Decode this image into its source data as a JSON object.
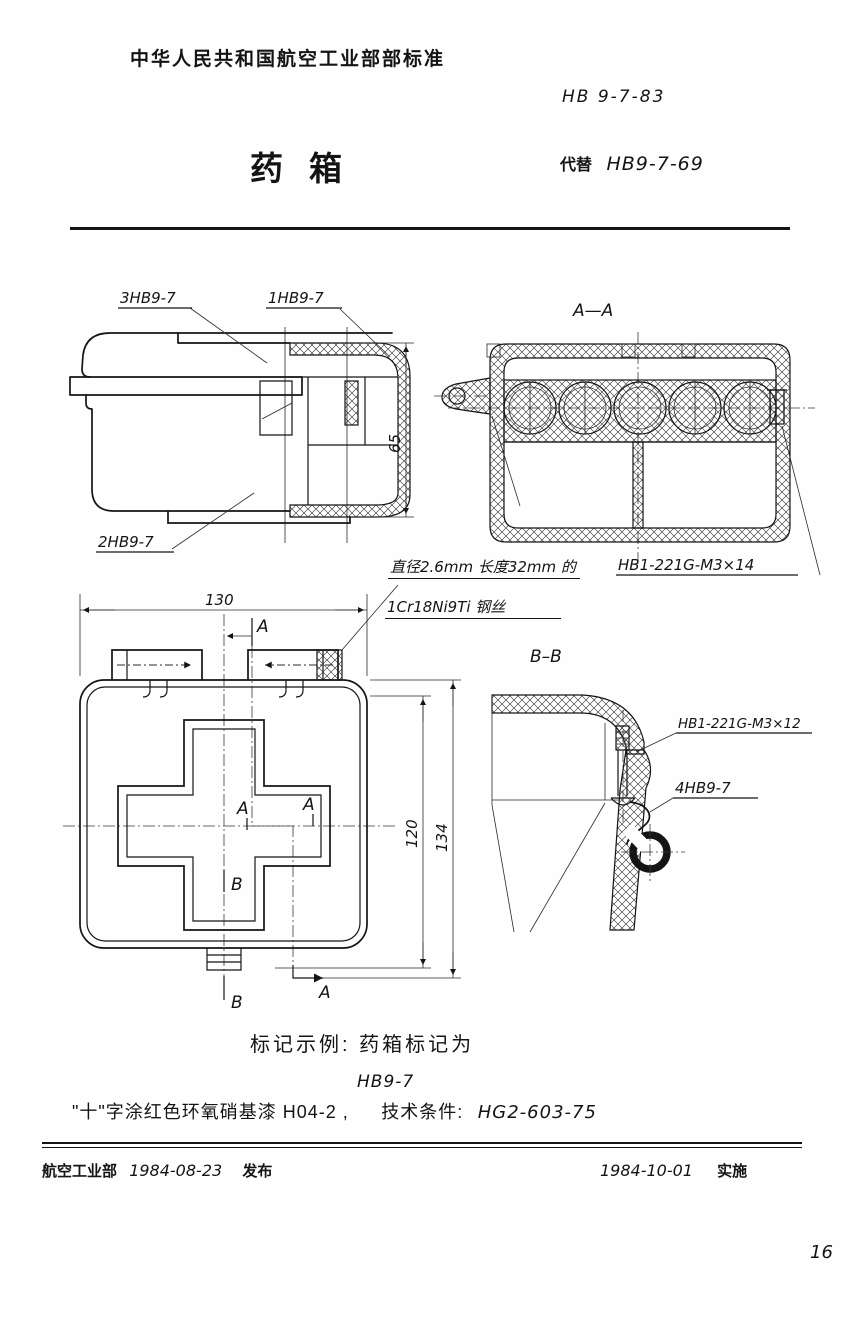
{
  "header": {
    "org": "中华人民共和国航空工业部部标准",
    "standard_no": "HB 9-7-83",
    "title": "药箱",
    "replaces_label": "代替",
    "replaces_no": "HB9-7-69"
  },
  "side_view": {
    "part3": "3HB9-7",
    "part1": "1HB9-7",
    "part2": "2HB9-7",
    "dim_height": "65"
  },
  "section_aa": {
    "title": "A—A",
    "screw": "HB1-221G-M3×14"
  },
  "wire_note": {
    "line1": "直径2.6mm 长度32mm 的",
    "line2": "1Cr18Ni9Ti 钢丝"
  },
  "front_view": {
    "dim_width": "130",
    "dim_inner": "120",
    "dim_outer": "134",
    "mark_a": "A",
    "mark_b": "B"
  },
  "section_bb": {
    "title": "B–B",
    "screw": "HB1-221G-M3×12",
    "hook": "4HB9-7"
  },
  "notes": {
    "marking_intro": "标记示例: 药箱标记为",
    "marking_code": "HB9-7",
    "paint": "\"十\"字涂红色环氧硝基漆 H04-2 ,",
    "tech_label": "技术条件:",
    "tech_no": "HG2-603-75"
  },
  "footer": {
    "issuer": "航空工业部",
    "issue_date": "1984-08-23",
    "issue_label": "发布",
    "impl_date": "1984-10-01",
    "impl_label": "实施",
    "page": "16"
  },
  "colors": {
    "ink": "#141414",
    "paper": "#fefefe"
  }
}
